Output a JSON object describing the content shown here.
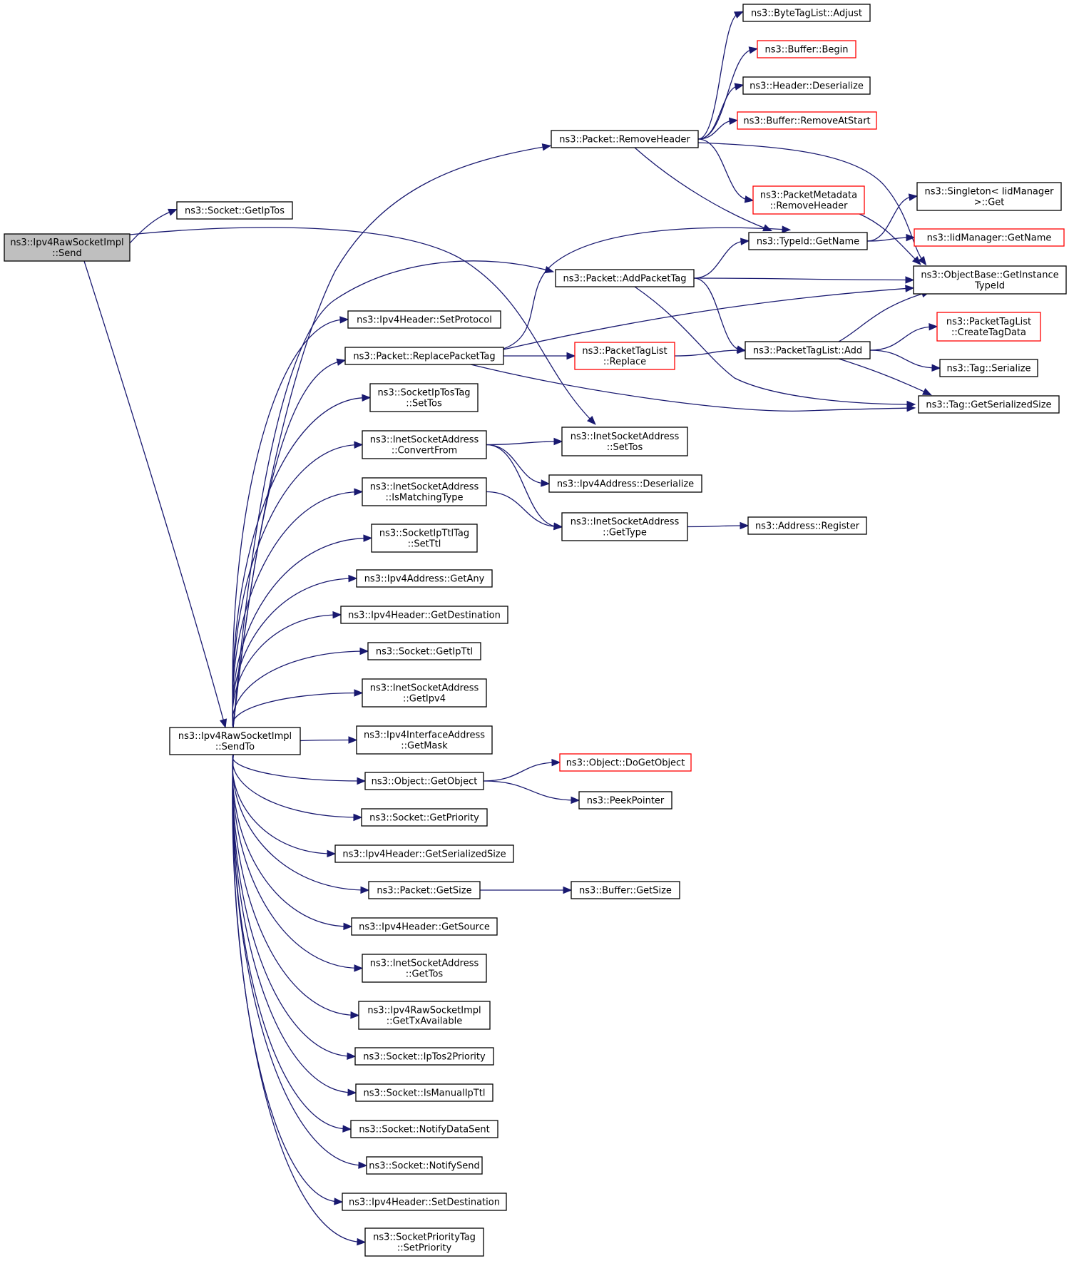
{
  "nodes": [
    {
      "id": "root",
      "lines": [
        "ns3::Ipv4RawSocketImpl",
        "::Send"
      ],
      "style": "root"
    },
    {
      "id": "getiptos",
      "lines": [
        "ns3::Socket::GetIpTos"
      ],
      "style": "normal"
    },
    {
      "id": "sendto",
      "lines": [
        "ns3::Ipv4RawSocketImpl",
        "::SendTo"
      ],
      "style": "normal"
    },
    {
      "id": "removeheader",
      "lines": [
        "ns3::Packet::RemoveHeader"
      ],
      "style": "normal"
    },
    {
      "id": "addpackettag",
      "lines": [
        "ns3::Packet::AddPacketTag"
      ],
      "style": "normal"
    },
    {
      "id": "setprotocol",
      "lines": [
        "ns3::Ipv4Header::SetProtocol"
      ],
      "style": "normal"
    },
    {
      "id": "replacepackettag",
      "lines": [
        "ns3::Packet::ReplacePacketTag"
      ],
      "style": "normal"
    },
    {
      "id": "iptostag_settos",
      "lines": [
        "ns3::SocketIpTosTag",
        "::SetTos"
      ],
      "style": "normal"
    },
    {
      "id": "convertfrom",
      "lines": [
        "ns3::InetSocketAddress",
        "::ConvertFrom"
      ],
      "style": "normal"
    },
    {
      "id": "ismatchingtype",
      "lines": [
        "ns3::InetSocketAddress",
        "::IsMatchingType"
      ],
      "style": "normal"
    },
    {
      "id": "ipttltag_setttl",
      "lines": [
        "ns3::SocketIpTtlTag",
        "::SetTtl"
      ],
      "style": "normal"
    },
    {
      "id": "getany",
      "lines": [
        "ns3::Ipv4Address::GetAny"
      ],
      "style": "normal"
    },
    {
      "id": "getdestination",
      "lines": [
        "ns3::Ipv4Header::GetDestination"
      ],
      "style": "normal"
    },
    {
      "id": "getipttl",
      "lines": [
        "ns3::Socket::GetIpTtl"
      ],
      "style": "normal"
    },
    {
      "id": "getipv4",
      "lines": [
        "ns3::InetSocketAddress",
        "::GetIpv4"
      ],
      "style": "normal"
    },
    {
      "id": "getmask",
      "lines": [
        "ns3::Ipv4InterfaceAddress",
        "::GetMask"
      ],
      "style": "normal"
    },
    {
      "id": "getobject",
      "lines": [
        "ns3::Object::GetObject"
      ],
      "style": "normal"
    },
    {
      "id": "getpriority",
      "lines": [
        "ns3::Socket::GetPriority"
      ],
      "style": "normal"
    },
    {
      "id": "getserializedsize_hdr",
      "lines": [
        "ns3::Ipv4Header::GetSerializedSize"
      ],
      "style": "normal"
    },
    {
      "id": "packet_getsize",
      "lines": [
        "ns3::Packet::GetSize"
      ],
      "style": "normal"
    },
    {
      "id": "getsource",
      "lines": [
        "ns3::Ipv4Header::GetSource"
      ],
      "style": "normal"
    },
    {
      "id": "inet_gettos",
      "lines": [
        "ns3::InetSocketAddress",
        "::GetTos"
      ],
      "style": "normal"
    },
    {
      "id": "gettxavailable",
      "lines": [
        "ns3::Ipv4RawSocketImpl",
        "::GetTxAvailable"
      ],
      "style": "normal"
    },
    {
      "id": "iptos2priority",
      "lines": [
        "ns3::Socket::IpTos2Priority"
      ],
      "style": "normal"
    },
    {
      "id": "ismanualipttl",
      "lines": [
        "ns3::Socket::IsManualIpTtl"
      ],
      "style": "normal"
    },
    {
      "id": "notifydatasent",
      "lines": [
        "ns3::Socket::NotifyDataSent"
      ],
      "style": "normal"
    },
    {
      "id": "notifysend",
      "lines": [
        "ns3::Socket::NotifySend"
      ],
      "style": "normal"
    },
    {
      "id": "setdestination",
      "lines": [
        "ns3::Ipv4Header::SetDestination"
      ],
      "style": "normal"
    },
    {
      "id": "prioritytag_setpriority",
      "lines": [
        "ns3::SocketPriorityTag",
        "::SetPriority"
      ],
      "style": "normal"
    },
    {
      "id": "bytetaglist_adjust",
      "lines": [
        "ns3::ByteTagList::Adjust"
      ],
      "style": "normal"
    },
    {
      "id": "buffer_begin",
      "lines": [
        "ns3::Buffer::Begin"
      ],
      "style": "partial"
    },
    {
      "id": "header_deserialize",
      "lines": [
        "ns3::Header::Deserialize"
      ],
      "style": "normal"
    },
    {
      "id": "buffer_removeatstart",
      "lines": [
        "ns3::Buffer::RemoveAtStart"
      ],
      "style": "partial"
    },
    {
      "id": "metadata_removeheader",
      "lines": [
        "ns3::PacketMetadata",
        "::RemoveHeader"
      ],
      "style": "partial"
    },
    {
      "id": "typeid_getname",
      "lines": [
        "ns3::TypeId::GetName"
      ],
      "style": "normal"
    },
    {
      "id": "packettaglist_replace",
      "lines": [
        "ns3::PacketTagList",
        "::Replace"
      ],
      "style": "partial"
    },
    {
      "id": "packettaglist_add",
      "lines": [
        "ns3::PacketTagList::Add"
      ],
      "style": "normal"
    },
    {
      "id": "inet_settos",
      "lines": [
        "ns3::InetSocketAddress",
        "::SetTos"
      ],
      "style": "normal"
    },
    {
      "id": "ipv4address_deserialize",
      "lines": [
        "ns3::Ipv4Address::Deserialize"
      ],
      "style": "normal"
    },
    {
      "id": "inet_gettype",
      "lines": [
        "ns3::InetSocketAddress",
        "::GetType"
      ],
      "style": "normal"
    },
    {
      "id": "address_register",
      "lines": [
        "ns3::Address::Register"
      ],
      "style": "normal"
    },
    {
      "id": "object_dogetobject",
      "lines": [
        "ns3::Object::DoGetObject"
      ],
      "style": "partial"
    },
    {
      "id": "peekpointer",
      "lines": [
        "ns3::PeekPointer"
      ],
      "style": "normal"
    },
    {
      "id": "buffer_getsize",
      "lines": [
        "ns3::Buffer::GetSize"
      ],
      "style": "normal"
    },
    {
      "id": "singleton_get",
      "lines": [
        "ns3::Singleton< IidManager",
        ">::Get"
      ],
      "style": "normal"
    },
    {
      "id": "iidmanager_getname",
      "lines": [
        "ns3::IidManager::GetName"
      ],
      "style": "partial"
    },
    {
      "id": "getinstancetypeid",
      "lines": [
        "ns3::ObjectBase::GetInstance",
        "TypeId"
      ],
      "style": "normal"
    },
    {
      "id": "createtagdata",
      "lines": [
        "ns3::PacketTagList",
        "::CreateTagData"
      ],
      "style": "partial"
    },
    {
      "id": "tag_serialize",
      "lines": [
        "ns3::Tag::Serialize"
      ],
      "style": "normal"
    },
    {
      "id": "tag_getserializedsize",
      "lines": [
        "ns3::Tag::GetSerializedSize"
      ],
      "style": "normal"
    }
  ],
  "edges": [
    [
      "root",
      "getiptos"
    ],
    [
      "root",
      "inet_settos"
    ],
    [
      "root",
      "sendto"
    ],
    [
      "sendto",
      "removeheader"
    ],
    [
      "sendto",
      "addpackettag"
    ],
    [
      "sendto",
      "setprotocol"
    ],
    [
      "sendto",
      "replacepackettag"
    ],
    [
      "sendto",
      "iptostag_settos"
    ],
    [
      "sendto",
      "convertfrom"
    ],
    [
      "sendto",
      "ismatchingtype"
    ],
    [
      "sendto",
      "ipttltag_setttl"
    ],
    [
      "sendto",
      "getany"
    ],
    [
      "sendto",
      "getdestination"
    ],
    [
      "sendto",
      "getipttl"
    ],
    [
      "sendto",
      "getipv4"
    ],
    [
      "sendto",
      "getmask"
    ],
    [
      "sendto",
      "getobject"
    ],
    [
      "sendto",
      "getpriority"
    ],
    [
      "sendto",
      "getserializedsize_hdr"
    ],
    [
      "sendto",
      "packet_getsize"
    ],
    [
      "sendto",
      "getsource"
    ],
    [
      "sendto",
      "inet_gettos"
    ],
    [
      "sendto",
      "gettxavailable"
    ],
    [
      "sendto",
      "iptos2priority"
    ],
    [
      "sendto",
      "ismanualipttl"
    ],
    [
      "sendto",
      "notifydatasent"
    ],
    [
      "sendto",
      "notifysend"
    ],
    [
      "sendto",
      "setdestination"
    ],
    [
      "sendto",
      "prioritytag_setpriority"
    ],
    [
      "removeheader",
      "bytetaglist_adjust"
    ],
    [
      "removeheader",
      "buffer_begin"
    ],
    [
      "removeheader",
      "header_deserialize"
    ],
    [
      "removeheader",
      "buffer_removeatstart"
    ],
    [
      "removeheader",
      "metadata_removeheader"
    ],
    [
      "removeheader",
      "typeid_getname"
    ],
    [
      "removeheader",
      "getinstancetypeid"
    ],
    [
      "metadata_removeheader",
      "getinstancetypeid"
    ],
    [
      "addpackettag",
      "typeid_getname"
    ],
    [
      "addpackettag",
      "getinstancetypeid"
    ],
    [
      "addpackettag",
      "packettaglist_add"
    ],
    [
      "addpackettag",
      "tag_getserializedsize"
    ],
    [
      "replacepackettag",
      "typeid_getname"
    ],
    [
      "replacepackettag",
      "getinstancetypeid"
    ],
    [
      "replacepackettag",
      "packettaglist_replace"
    ],
    [
      "replacepackettag",
      "tag_getserializedsize"
    ],
    [
      "packettaglist_replace",
      "packettaglist_add"
    ],
    [
      "typeid_getname",
      "singleton_get"
    ],
    [
      "typeid_getname",
      "iidmanager_getname"
    ],
    [
      "packettaglist_add",
      "getinstancetypeid"
    ],
    [
      "packettaglist_add",
      "createtagdata"
    ],
    [
      "packettaglist_add",
      "tag_serialize"
    ],
    [
      "packettaglist_add",
      "tag_getserializedsize"
    ],
    [
      "convertfrom",
      "inet_settos"
    ],
    [
      "convertfrom",
      "ipv4address_deserialize"
    ],
    [
      "convertfrom",
      "inet_gettype"
    ],
    [
      "ismatchingtype",
      "inet_gettype"
    ],
    [
      "inet_gettype",
      "address_register"
    ],
    [
      "getobject",
      "object_dogetobject"
    ],
    [
      "getobject",
      "peekpointer"
    ],
    [
      "packet_getsize",
      "buffer_getsize"
    ]
  ]
}
